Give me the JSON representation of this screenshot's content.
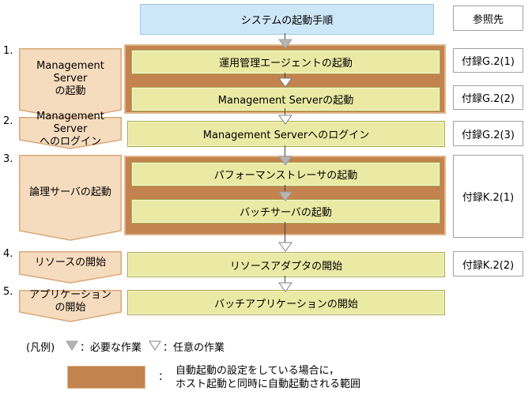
{
  "diagram": {
    "title": "システムの起動手順",
    "reference_header": "参照先"
  },
  "steps": [
    {
      "number": "1.",
      "line1": "Management Server",
      "line2": "の起動"
    },
    {
      "number": "2.",
      "line1": "Management Server",
      "line2": "へのログイン"
    },
    {
      "number": "3.",
      "line1": "論理サーバの起動",
      "line2": ""
    },
    {
      "number": "4.",
      "line1": "リソースの開始",
      "line2": ""
    },
    {
      "number": "5.",
      "line1": "アプリケーション",
      "line2": "の開始"
    }
  ],
  "tasks": [
    {
      "label": "運用管理エージェントの起動"
    },
    {
      "label": "Management Serverの起動"
    },
    {
      "label": "Management Serverへのログイン"
    },
    {
      "label": "パフォーマンストレーサの起動"
    },
    {
      "label": "バッチサーバの起動"
    },
    {
      "label": "リソースアダプタの開始"
    },
    {
      "label": "バッチアプリケーションの開始"
    }
  ],
  "references": [
    {
      "label": "付録G.2(1)"
    },
    {
      "label": "付録G.2(2)"
    },
    {
      "label": "付録G.2(3)"
    },
    {
      "label": "付録K.2(1)"
    },
    {
      "label": "付録K.2(2)"
    }
  ],
  "legend": {
    "heading": "(凡例)",
    "required_label": "：必要な作業",
    "optional_label": "：任意の作業",
    "auto_colon": "：",
    "auto_line1": "自動起動の設定をしている場合に，",
    "auto_line2": "ホスト起動と同時に自動起動される範囲"
  },
  "colors": {
    "title_fill": "#cde7f8",
    "title_border": "#9cc8e9",
    "pentagon_fill": "#f6dcbf",
    "pentagon_border": "#d9a878",
    "auto_range_fill": "#c3834e",
    "auto_range_border": "#e2b88d",
    "task_fill": "#eaeaa5",
    "task_border": "#a9a94f",
    "required_arrow": "#b5b5b5",
    "optional_arrow": "#ffffff"
  }
}
